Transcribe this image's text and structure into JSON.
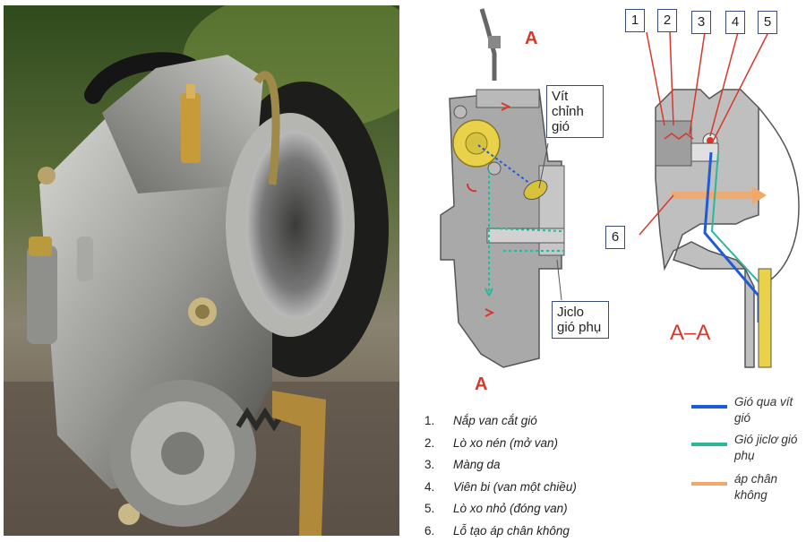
{
  "diagram": {
    "label_a_top": "A",
    "label_a_bottom": "A",
    "label_aa": "A–A",
    "callout_vit": "Vít chỉnh gió",
    "callout_jiclo": "Jiclo gió phụ",
    "numbers": [
      "1",
      "2",
      "3",
      "4",
      "5",
      "6"
    ]
  },
  "parts_list": [
    {
      "n": "1.",
      "text": "Nắp van cắt gió"
    },
    {
      "n": "2.",
      "text": "Lò xo nén (mở van)"
    },
    {
      "n": "3.",
      "text": "Màng da"
    },
    {
      "n": "4.",
      "text": "Viên bi (van một chiều)"
    },
    {
      "n": "5.",
      "text": "Lò xo nhỏ (đóng van)"
    },
    {
      "n": "6.",
      "text": "Lỗ tạo áp chân không"
    }
  ],
  "flow_legend": [
    {
      "text": "Gió qua vít gió",
      "color": "#1f5bd6"
    },
    {
      "text": "Gió jiclơ gió phụ",
      "color": "#2bb79a"
    },
    {
      "text": "áp chân không",
      "color": "#f2a86a"
    }
  ],
  "colors": {
    "accent_red": "#d8382c",
    "blue": "#1f5bd6",
    "teal": "#2bb79a",
    "orange": "#f2a86a",
    "yellow": "#e9d24a"
  }
}
